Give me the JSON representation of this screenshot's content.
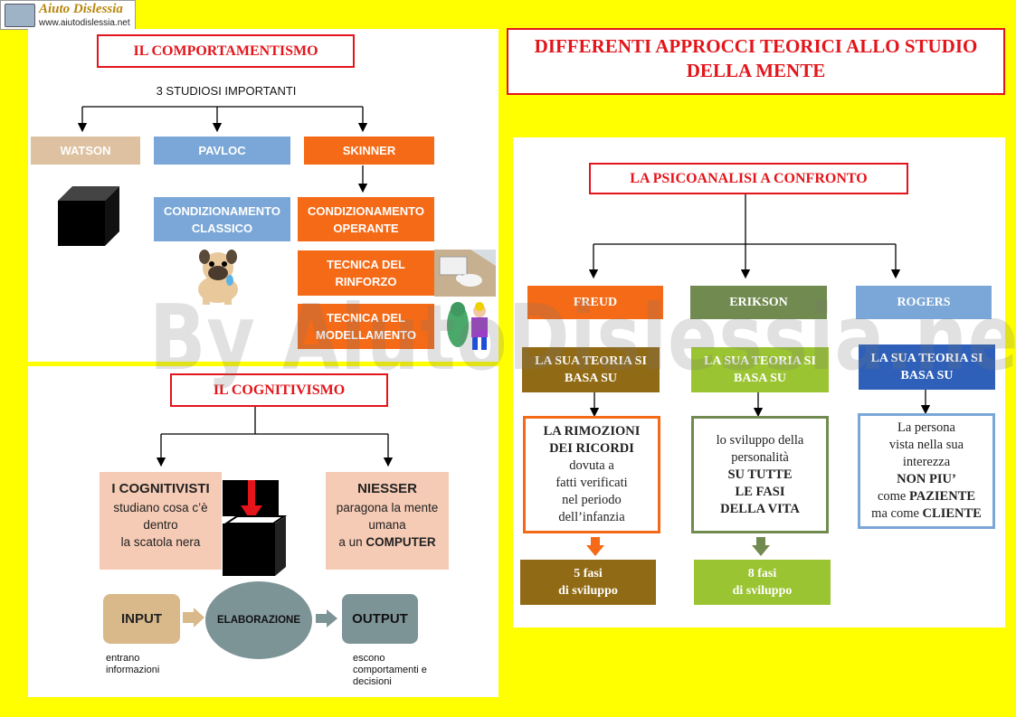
{
  "logo": {
    "name": "Aiuto Dislessia",
    "url": "www.aiutodislessia.net"
  },
  "main_title": "DIFFERENTI APPROCCI TEORICI ALLO STUDIO DELLA MENTE",
  "watermark": "By AiutoDislessia.net",
  "behaviorism": {
    "title": "IL COMPORTAMENTISMO",
    "subtitle": "3 STUDIOSI IMPORTANTI",
    "watson": "WATSON",
    "pavloc": "PAVLOC",
    "skinner": "SKINNER",
    "classic": "CONDIZIONAMENTO CLASSICO",
    "operant": "CONDIZIONAMENTO OPERANTE",
    "reinforcement": "TECNICA DEL RINFORZO",
    "modeling": "TECNICA DEL MODELLAMENTO"
  },
  "cognitivism": {
    "title": "IL COGNITIVISMO",
    "left_title": "I COGNITIVISTI",
    "left_l1": "studiano cosa c’è",
    "left_l2": "dentro",
    "left_l3": "la scatola nera",
    "right_title": "NIESSER",
    "right_l1": "paragona la mente",
    "right_l2": "umana",
    "right_l3": "a un",
    "right_bold": "COMPUTER",
    "input": "INPUT",
    "processing": "ELABORAZIONE",
    "output": "OUTPUT",
    "input_note": "entrano informazioni",
    "output_note": "escono comportamenti e decisioni"
  },
  "psychoanalysis": {
    "title": "LA PSICOANALISI A CONFRONTO",
    "freud": "FREUD",
    "erikson": "ERIKSON",
    "rogers": "ROGERS",
    "theory_label": "LA SUA TEORIA SI BASA SU",
    "freud_l1": "LA RIMOZIONI",
    "freud_l2": "DEI RICORDI",
    "freud_l3": "dovuta a",
    "freud_l4": "fatti verificati",
    "freud_l5": "nel periodo",
    "freud_l6": "dell’infanzia",
    "erikson_l1": "lo sviluppo della",
    "erikson_l2": "personalità",
    "erikson_l3": "SU TUTTE",
    "erikson_l4": "LE FASI",
    "erikson_l5": "DELLA VITA",
    "rogers_l1": "La persona",
    "rogers_l2": "vista nella sua",
    "rogers_l3": "interezza",
    "rogers_l4": "NON PIU’",
    "rogers_l5a": "come",
    "rogers_l5b": "PAZIENTE",
    "rogers_l6a": "ma come",
    "rogers_l6b": "CLIENTE",
    "freud_phases_1": "5 fasi",
    "freud_phases_2": "di sviluppo",
    "erikson_phases_1": "8 fasi",
    "erikson_phases_2": "di sviluppo"
  },
  "colors": {
    "background": "#ffff00",
    "title_red": "#e3151b",
    "watson": "#ddc1a0",
    "pavloc": "#7aa7d7",
    "skinner": "#f56a16",
    "freud": "#f56a16",
    "erikson": "#718a4f",
    "rogers": "#7aa7d7",
    "brown": "#916a15",
    "green": "#9bc433",
    "blue": "#2e60ba",
    "salmon": "#f6cbb5"
  }
}
